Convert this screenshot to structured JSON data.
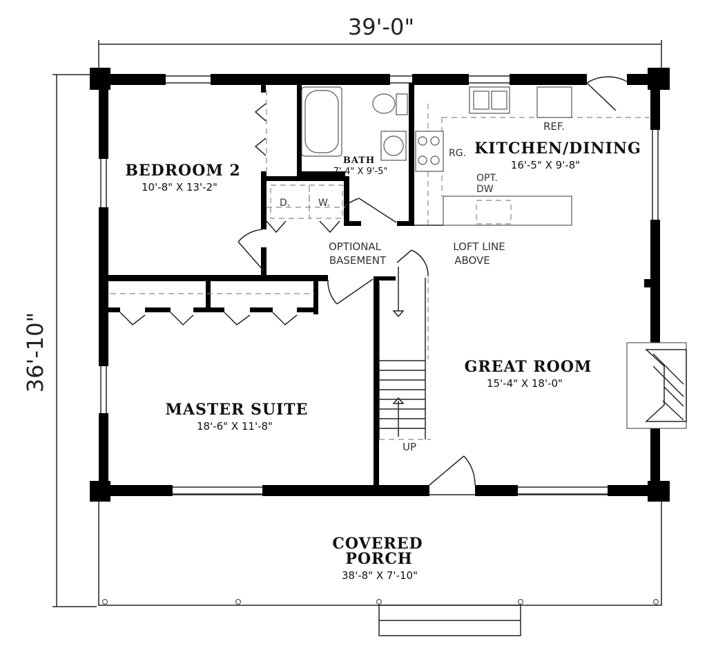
{
  "dimensions": {
    "width": "39'-0\"",
    "depth": "36'-10\""
  },
  "rooms": {
    "bedroom2": {
      "name": "BEDROOM 2",
      "size": "10'-8\" X 13'-2\""
    },
    "bath": {
      "name": "BATH",
      "size": "7'-4\" X 9'-5\""
    },
    "kitchen": {
      "name": "KITCHEN/DINING",
      "size": "16'-5\" X 9'-8\""
    },
    "great_room": {
      "name": "GREAT ROOM",
      "size": "15'-4\" X 18'-0\""
    },
    "master": {
      "name": "MASTER SUITE",
      "size": "18'-6\" X 11'-8\""
    },
    "porch": {
      "name_line1": "COVERED",
      "name_line2": "PORCH",
      "size": "38'-8\" X 7'-10\""
    }
  },
  "labels": {
    "ref": "REF.",
    "range": "RG.",
    "opt": "OPT.",
    "dw": "DW",
    "dryer": "D.",
    "washer": "W.",
    "optional": "OPTIONAL",
    "basement": "BASEMENT",
    "loft_line": "LOFT LINE",
    "above": "ABOVE",
    "up": "UP"
  }
}
